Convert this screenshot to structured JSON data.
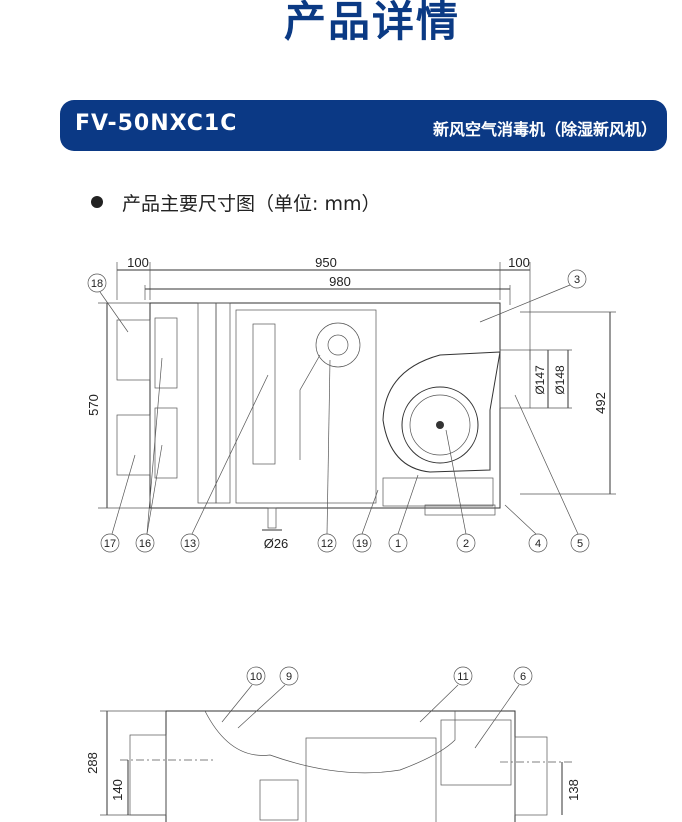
{
  "page_title": "产品详情",
  "banner": {
    "model": "FV-50NXC1C",
    "subtitle": "新风空气消毒机（除湿新风机）"
  },
  "section": {
    "heading": "产品主要尺寸图（单位: mm）"
  },
  "top_view": {
    "dimensions": {
      "left_duct": "100",
      "body_width": "950",
      "right_duct": "100",
      "overall": "980",
      "depth": "570",
      "mount_pitch": "492",
      "duct_d1": "Ø147",
      "duct_d2": "Ø148",
      "drain": "Ø26"
    },
    "callouts": [
      "18",
      "3",
      "17",
      "16",
      "13",
      "12",
      "19",
      "1",
      "2",
      "4",
      "5"
    ]
  },
  "side_view": {
    "dimensions": {
      "height": "288",
      "left_center": "140",
      "right_center": "138"
    },
    "callouts": [
      "10",
      "9",
      "11",
      "6"
    ]
  },
  "colors": {
    "brand": "#0b3985"
  }
}
